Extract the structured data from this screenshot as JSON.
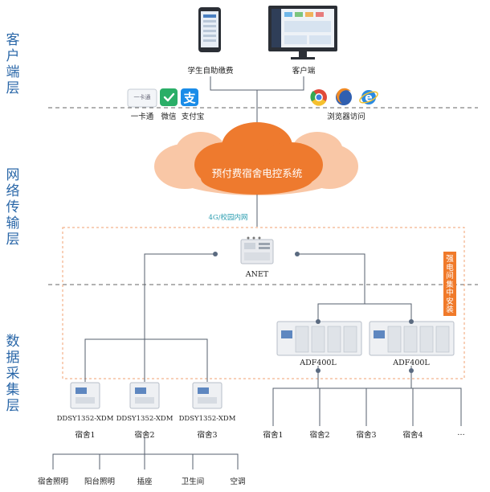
{
  "layers": {
    "client": "客户端层",
    "network": "网络传输层",
    "data": "数据采集层"
  },
  "client": {
    "phone_label": "学生自助缴费",
    "pc_label": "客户端",
    "pay_card": "一卡通",
    "pay_wechat": "微信",
    "pay_alipay": "支付宝",
    "browser_label": "浏览器访问",
    "card_text": "一卡通"
  },
  "cloud": {
    "label": "预付费宿舍电控系统"
  },
  "network": {
    "link_label": "4G/校园内网",
    "gateway": "ANET"
  },
  "install_note": "强电间集中安装",
  "meters_left": [
    {
      "model": "DDSY1352-XDM",
      "room": "宿舍1"
    },
    {
      "model": "DDSY1352-XDM",
      "room": "宿舍2"
    },
    {
      "model": "DDSY1352-XDM",
      "room": "宿舍3"
    }
  ],
  "meters_right": [
    {
      "model": "ADF400L"
    },
    {
      "model": "ADF400L"
    }
  ],
  "rooms_right": [
    "宿舍1",
    "宿舍2",
    "宿舍3",
    "宿舍4",
    "…"
  ],
  "loads": [
    "宿舍照明",
    "阳台照明",
    "插座",
    "卫生间",
    "空调"
  ],
  "colors": {
    "layer_text": "#2a67a8",
    "cloud_dark": "#ee7a2e",
    "cloud_light": "#f9c7a6",
    "dash": "#888888",
    "dash_orange": "#f0a070",
    "line": "#555f6d",
    "install_bg": "#f07a2a"
  }
}
